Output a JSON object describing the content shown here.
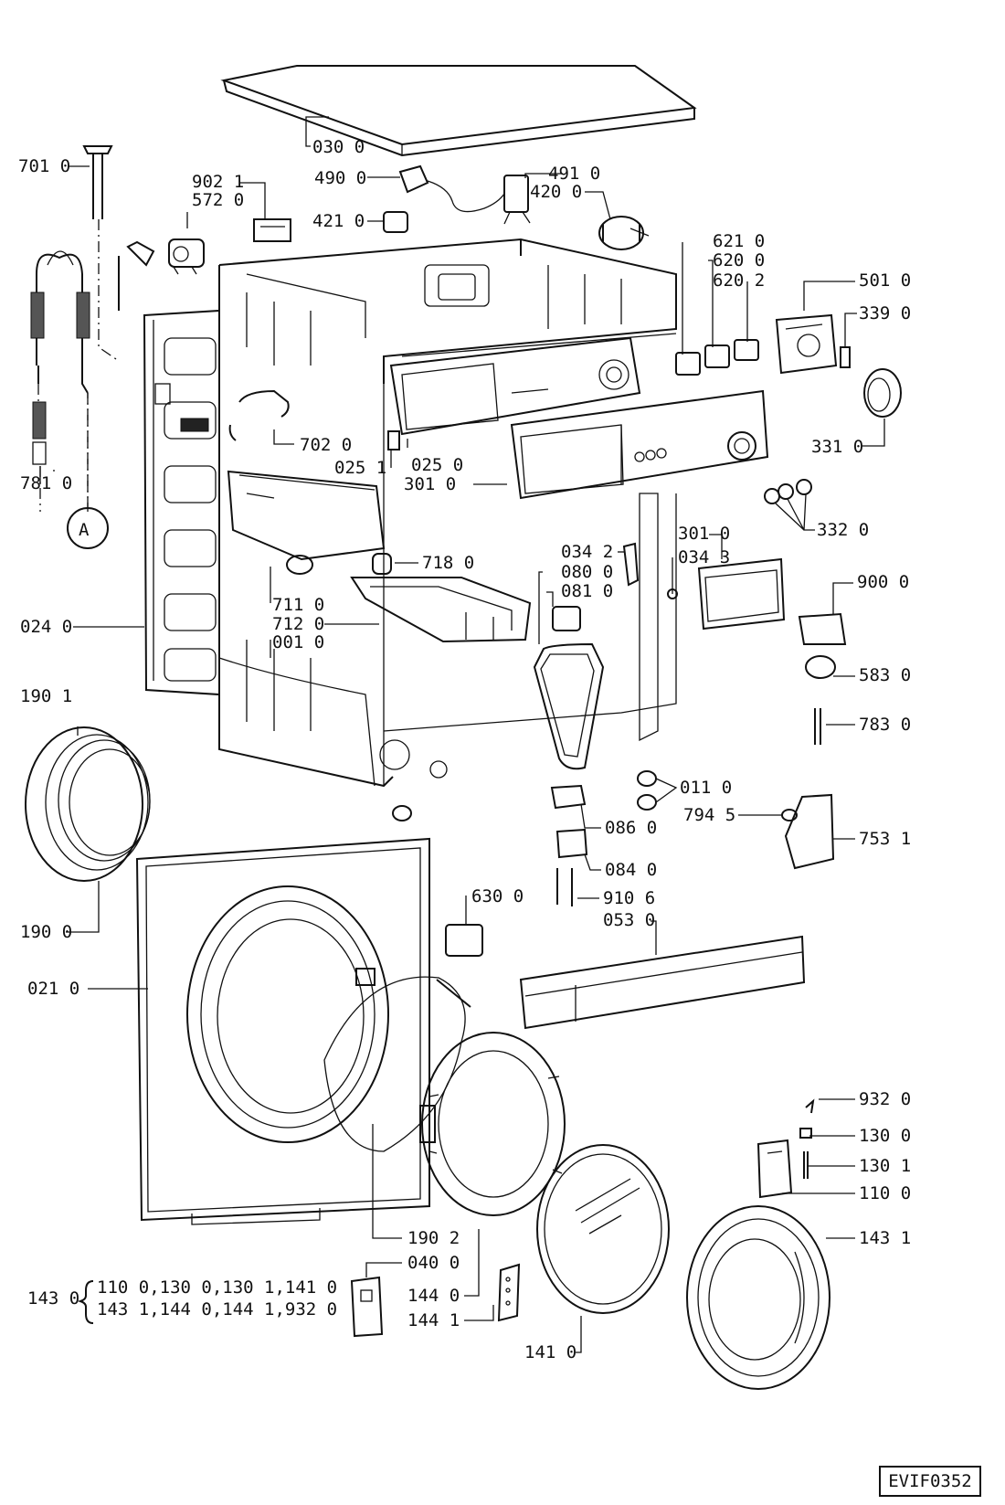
{
  "diagram": {
    "reference_code": "EVIF0352",
    "callout_letter": "A",
    "kit": {
      "number": "143 0",
      "line1": "110 0,130 0,130 1,141 0",
      "line2": "143 1,144 0,144 1,932 0"
    },
    "labels": {
      "p0300": "030 0",
      "p7010": "701 0",
      "p4900": "490 0",
      "p4910": "491 0",
      "p4200": "420 0",
      "p9021": "902 1",
      "p5720": "572 0",
      "p4210": "421 0",
      "p6210": "621 0",
      "p6200": "620 0",
      "p6202": "620 2",
      "p5010": "501 0",
      "p3390": "339 0",
      "p7020": "702 0",
      "p0251": "025 1",
      "p0250": "025 0",
      "p3010a": "301 0",
      "p3310": "331 0",
      "p7810": "781 0",
      "p3320": "332 0",
      "p7180": "718 0",
      "p0342": "034 2",
      "p0800": "080 0",
      "p0810": "081 0",
      "p3010b": "301 0",
      "p0343": "034 3",
      "p9000": "900 0",
      "p0240": "024 0",
      "p7110": "711 0",
      "p7120": "712 0",
      "p0010": "001 0",
      "p5830": "583 0",
      "p1901": "190 1",
      "p7830": "783 0",
      "p0110": "011 0",
      "p7945": "794 5",
      "p0860": "086 0",
      "p7531": "753 1",
      "p0840": "084 0",
      "p6300": "630 0",
      "p9106": "910 6",
      "p0530": "053 0",
      "p1900": "190 0",
      "p0210": "021 0",
      "p9320": "932 0",
      "p1300": "130 0",
      "p1301": "130 1",
      "p1100": "110 0",
      "p1431": "143 1",
      "p1902": "190 2",
      "p0400": "040 0",
      "p1440": "144 0",
      "p1441": "144 1",
      "p1410": "141 0"
    }
  }
}
